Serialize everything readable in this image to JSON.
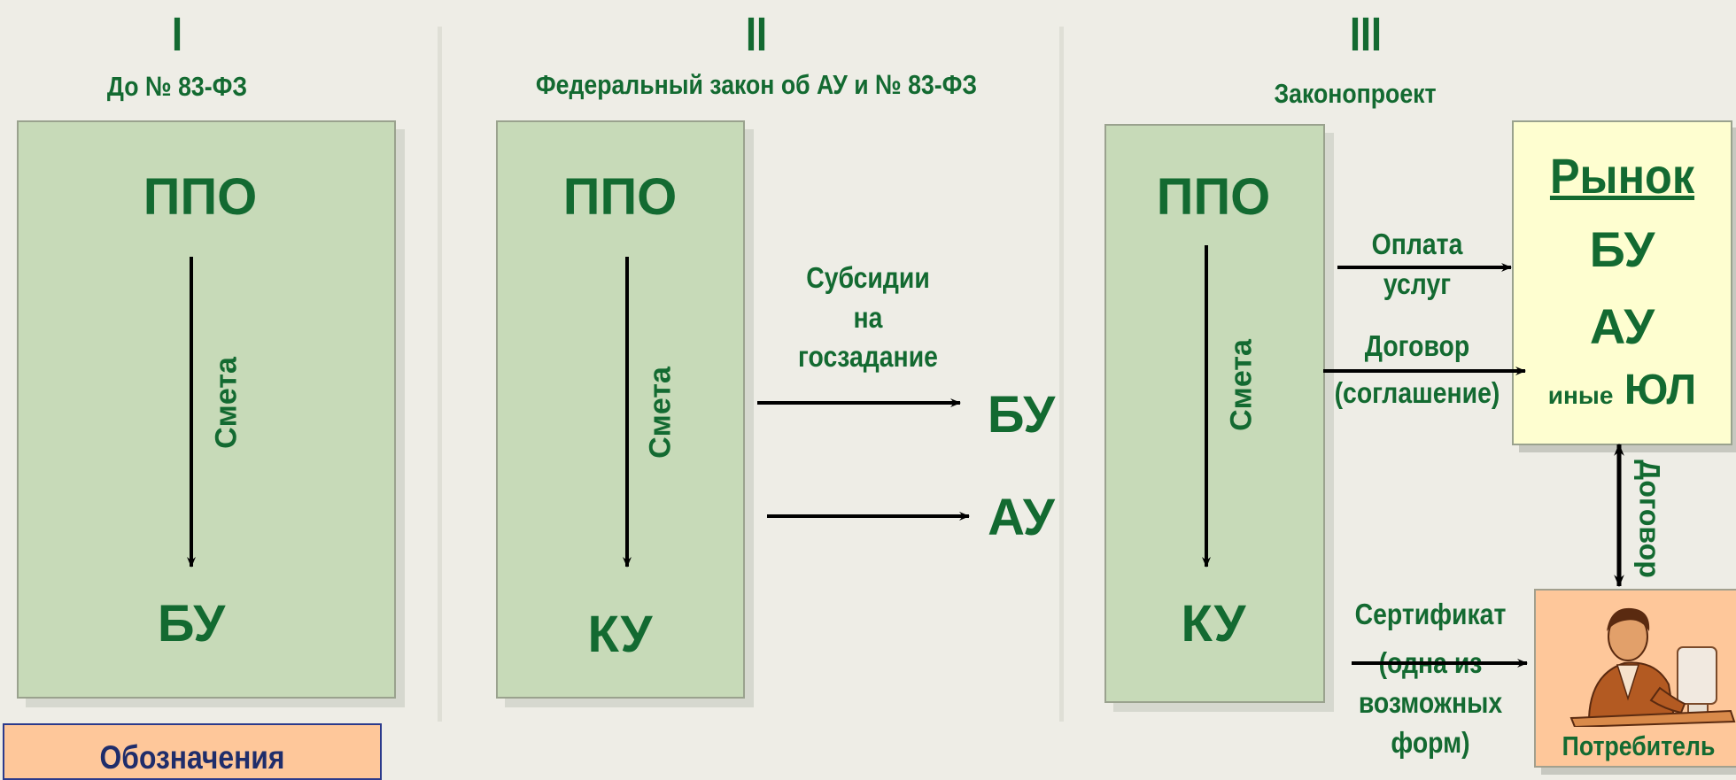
{
  "columns": [
    {
      "roman": "I",
      "subtitle": "До № 83-ФЗ",
      "top": "ППО",
      "arrow_label": "Смета",
      "bottom": "БУ"
    },
    {
      "roman": "II",
      "subtitle": "Федеральный закон об АУ и № 83-ФЗ",
      "top": "ППО",
      "arrow_label": "Смета",
      "bottom": "КУ",
      "side_label": [
        "Субсидии",
        "на",
        "госзадание"
      ],
      "targets": [
        "БУ",
        "АУ"
      ]
    },
    {
      "roman": "III",
      "subtitle": "Законопроект",
      "top": "ППО",
      "arrow_label": "Смета",
      "bottom": "КУ"
    }
  ],
  "market": {
    "title": "Рынок",
    "items": [
      "БУ",
      "АУ"
    ],
    "last_small": "иные",
    "last_big": "ЮЛ"
  },
  "flows": {
    "payment": [
      "Оплата",
      "услуг"
    ],
    "contract": [
      "Договор",
      "(соглашение)"
    ],
    "certificate": [
      "Сертификат",
      "(одна из",
      "возможных",
      "форм)"
    ],
    "vertical_contract": "Договор"
  },
  "consumer": {
    "label": "Потребитель"
  },
  "legend": {
    "title": "Обозначения"
  },
  "colors": {
    "text": "#136a31",
    "card": "#c7dab8",
    "market": "#fefed0",
    "consumer": "#fec79a",
    "legend_text": "#1f2d6b"
  }
}
